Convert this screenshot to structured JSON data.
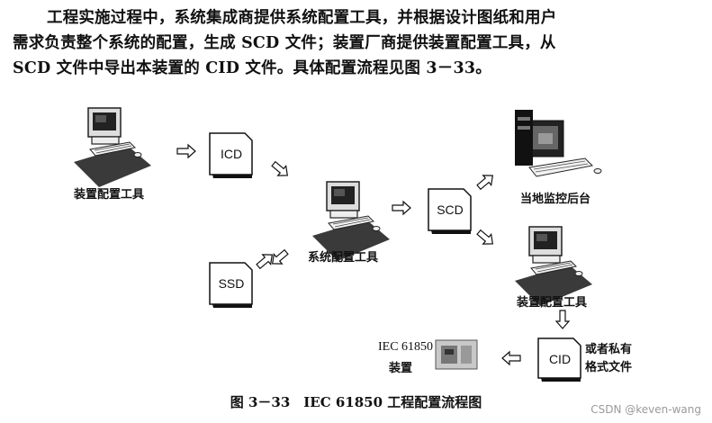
{
  "paragraph": [
    "工程实施过程中，系统集成商提供系统配置工具，并根据设计图纸和用户",
    "需求负责整个系统的配置，生成 SCD 文件；装置厂商提供装置配置工具，从",
    "SCD 文件中导出本装置的 CID 文件。具体配置流程见图 3－33。"
  ],
  "diagram": {
    "nodes": {
      "device_tool_top": "装置配置工具",
      "system_tool": "系统配置工具",
      "local_monitor": "当地监控后台",
      "device_tool_bottom": "装置配置工具",
      "iec_device_line1": "IEC 61850",
      "iec_device_line2": "装置",
      "private_line1": "或者私有",
      "private_line2": "格式文件"
    },
    "files": {
      "icd": "ICD",
      "ssd": "SSD",
      "scd": "SCD",
      "cid": "CID"
    }
  },
  "caption": "图 3－33　IEC 61850 工程配置流程图",
  "watermark": "CSDN @keven-wang"
}
